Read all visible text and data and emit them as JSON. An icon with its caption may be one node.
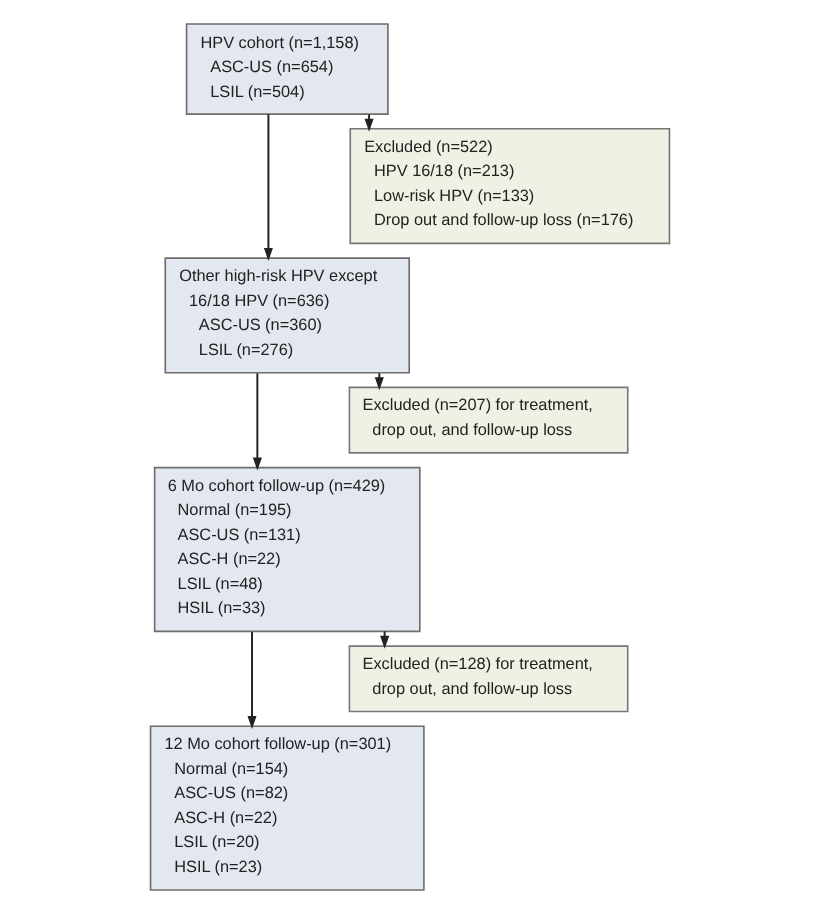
{
  "diagram": {
    "nodes": [
      {
        "text": [
          "HPV cohort (n=1,158)",
          "ASC-US (n=654)",
          "LSIL (n=504)"
        ]
      },
      {
        "text": [
          "Excluded (n=522)",
          "HPV 16/18 (n=213)",
          "Low-risk HPV (n=133)",
          "Drop out and follow-up loss (n=176)"
        ]
      },
      {
        "text": [
          "Other high-risk HPV except 16/18 HPV (n=636)",
          "ASC-US (n=360)",
          "LSIL (n=276)"
        ]
      },
      {
        "text": [
          "Excluded (n=207) for treatment, drop out, and follow-up loss"
        ]
      },
      {
        "text": [
          "6 Mo cohort follow-up (n=429)",
          "Normal (n=195)",
          "ASC-US (n=131)",
          "ASC-H (n=22)",
          "LSIL (n=48)",
          "HSIL (n=33)"
        ]
      },
      {
        "text": [
          "Excluded (n=128) for treatment, drop out, and follow-up loss"
        ]
      },
      {
        "text": [
          "12 Mo cohort follow-up (n=301)",
          "Normal (n=154)",
          "ASC-US (n=82)",
          "ASC-H (n=22)",
          "LSIL (n=20)",
          "HSIL (n=23)"
        ]
      }
    ],
    "edges": [
      {
        "from": 0,
        "to": 2,
        "arrow": "to"
      },
      {
        "from": 0,
        "to": 1,
        "arrow": "to"
      },
      {
        "from": 2,
        "to": 4,
        "arrow": "to"
      },
      {
        "from": 2,
        "to": 3,
        "arrow": "to"
      },
      {
        "from": 4,
        "to": 6,
        "arrow": "to"
      },
      {
        "from": 4,
        "to": 5,
        "arrow": "to"
      }
    ]
  }
}
